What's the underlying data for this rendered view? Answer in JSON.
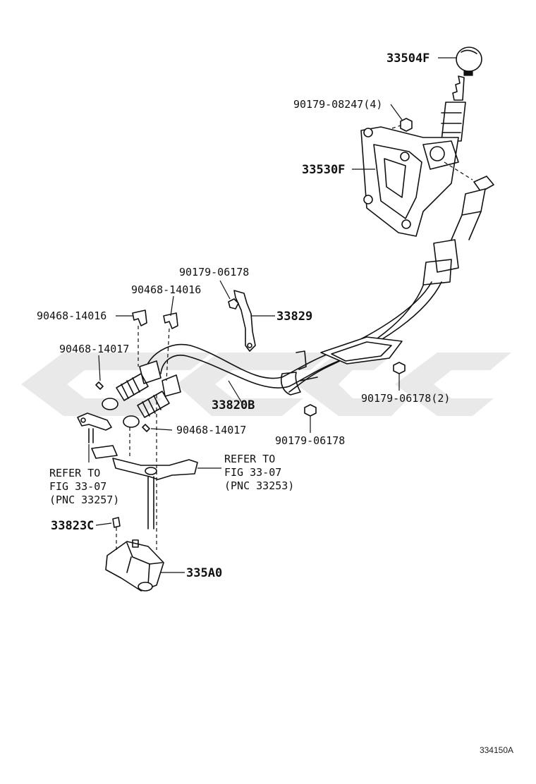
{
  "figure_id": "334150A",
  "watermark_color": "#d0d0d0",
  "line_color": "#111111",
  "callouts": [
    {
      "key": "p33504F",
      "text": "33504F"
    },
    {
      "key": "p90179_08247",
      "text": "90179-08247(4)"
    },
    {
      "key": "p33530F",
      "text": "33530F"
    },
    {
      "key": "p90179_06178_top",
      "text": "90179-06178"
    },
    {
      "key": "p90468_14016_mid",
      "text": "90468-14016"
    },
    {
      "key": "p90468_14016_left",
      "text": "90468-14016"
    },
    {
      "key": "p33829",
      "text": "33829"
    },
    {
      "key": "p90468_14017_left",
      "text": "90468-14017"
    },
    {
      "key": "p33820B",
      "text": "33820B"
    },
    {
      "key": "p90179_06178_2",
      "text": "90179-06178(2)"
    },
    {
      "key": "p90468_14017_right",
      "text": "90468-14017"
    },
    {
      "key": "p90179_06178_bottom",
      "text": "90179-06178"
    },
    {
      "key": "p33823C",
      "text": "33823C"
    },
    {
      "key": "p335A0",
      "text": "335A0"
    }
  ],
  "refs": [
    {
      "lines": [
        "REFER TO",
        "FIG 33-07",
        "(PNC 33257)"
      ]
    },
    {
      "lines": [
        "REFER TO",
        "FIG 33-07",
        "(PNC 33253)"
      ]
    }
  ]
}
